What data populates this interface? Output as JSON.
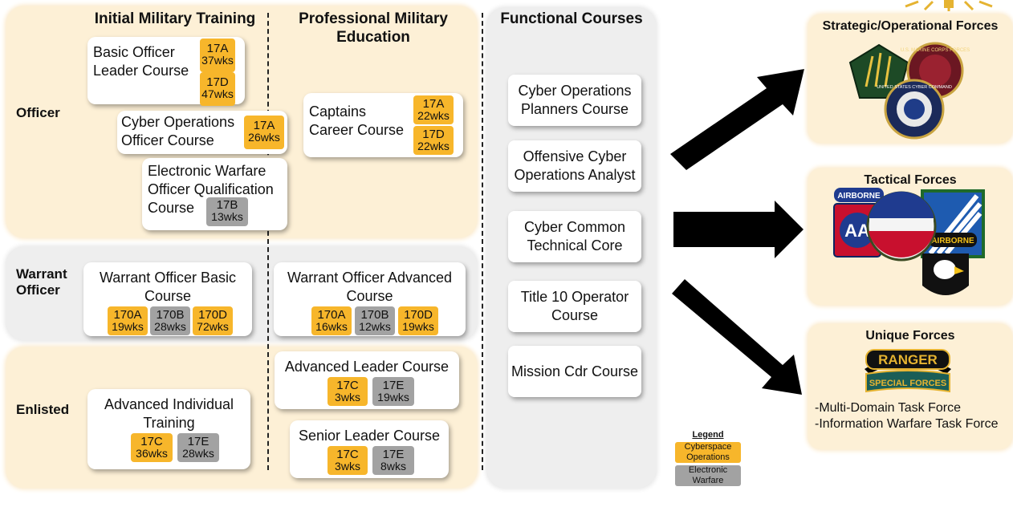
{
  "headers": {
    "imt": "Initial Military Training",
    "pme": "Professional Military Education",
    "functional": "Functional Courses"
  },
  "rows": {
    "officer": "Officer",
    "warrant": "Warrant Officer",
    "enlisted": "Enlisted"
  },
  "courses": {
    "bolc": {
      "title": "Basic Officer Leader Course",
      "badges": [
        {
          "code": "17A",
          "dur": "37wks",
          "type": "cyber"
        },
        {
          "code": "17D",
          "dur": "47wks",
          "type": "cyber"
        }
      ]
    },
    "cooc": {
      "title": "Cyber Operations Officer Course",
      "badges": [
        {
          "code": "17A",
          "dur": "26wks",
          "type": "cyber"
        }
      ]
    },
    "ewoqc": {
      "title": "Electronic Warfare Officer Qualification Course",
      "badges": [
        {
          "code": "17B",
          "dur": "13wks",
          "type": "ew"
        }
      ]
    },
    "ccc": {
      "title": "Captains Career Course",
      "badges": [
        {
          "code": "17A",
          "dur": "22wks",
          "type": "cyber"
        },
        {
          "code": "17D",
          "dur": "22wks",
          "type": "cyber"
        }
      ]
    },
    "wobc": {
      "title": "Warrant Officer Basic Course",
      "badges": [
        {
          "code": "170A",
          "dur": "19wks",
          "type": "cyber"
        },
        {
          "code": "170B",
          "dur": "28wks",
          "type": "ew"
        },
        {
          "code": "170D",
          "dur": "72wks",
          "type": "cyber"
        }
      ]
    },
    "woac": {
      "title": "Warrant Officer Advanced Course",
      "badges": [
        {
          "code": "170A",
          "dur": "16wks",
          "type": "cyber"
        },
        {
          "code": "170B",
          "dur": "12wks",
          "type": "ew"
        },
        {
          "code": "170D",
          "dur": "19wks",
          "type": "cyber"
        }
      ]
    },
    "ait": {
      "title": "Advanced Individual Training",
      "badges": [
        {
          "code": "17C",
          "dur": "36wks",
          "type": "cyber"
        },
        {
          "code": "17E",
          "dur": "28wks",
          "type": "ew"
        }
      ]
    },
    "alc": {
      "title": "Advanced Leader Course",
      "badges": [
        {
          "code": "17C",
          "dur": "3wks",
          "type": "cyber"
        },
        {
          "code": "17E",
          "dur": "19wks",
          "type": "ew"
        }
      ]
    },
    "slc": {
      "title": "Senior Leader Course",
      "badges": [
        {
          "code": "17C",
          "dur": "3wks",
          "type": "cyber"
        },
        {
          "code": "17E",
          "dur": "8wks",
          "type": "ew"
        }
      ]
    }
  },
  "functional_courses": [
    "Cyber Operations Planners Course",
    "Offensive Cyber Operations Analyst",
    "Cyber Common Technical Core",
    "Title 10 Operator Course",
    "Mission Cdr Course"
  ],
  "forces": {
    "strategic": {
      "title": "Strategic/Operational Forces",
      "seal_text_1": "U.S. MARINE CORPS FORCES",
      "seal_text_2": "UNITED STATES CYBER COMMAND"
    },
    "tactical": {
      "title": "Tactical Forces",
      "tab_airborne_1": "AIRBORNE",
      "tab_airborne_2": "AIRBORNE",
      "patch_aa": "AA"
    },
    "unique": {
      "title": "Unique Forces",
      "tab_ranger": "RANGER",
      "tab_sf": "SPECIAL FORCES",
      "lines": [
        "-Multi-Domain Task Force",
        "-Information Warfare Task Force"
      ]
    }
  },
  "legend": {
    "title": "Legend",
    "cyber": "Cyberspace Operations",
    "ew": "Electronic Warfare"
  },
  "colors": {
    "cyber": "#f7b62b",
    "ew": "#a2a2a2",
    "band_tan": "#fdf0d6",
    "band_gray": "#eeeeee"
  }
}
